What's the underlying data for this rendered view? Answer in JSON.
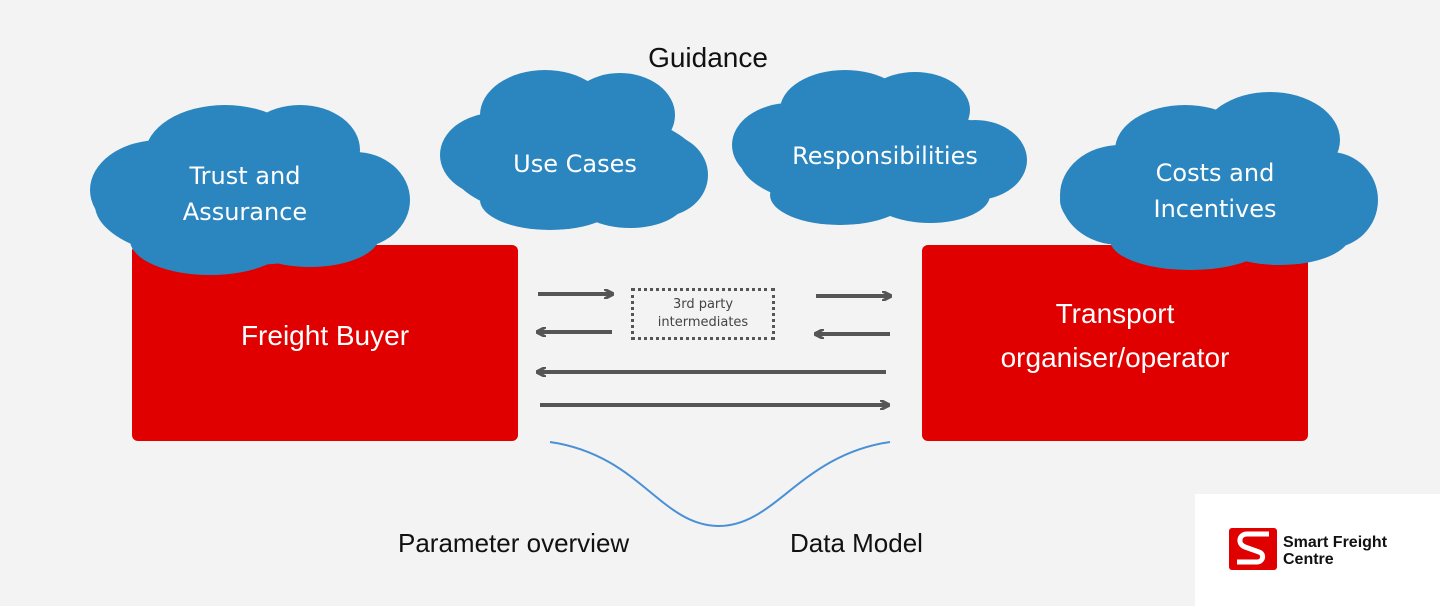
{
  "title": "Guidance",
  "clouds": [
    {
      "label_line1": "Trust and",
      "label_line2": "Assurance"
    },
    {
      "label_line1": "Use Cases",
      "label_line2": ""
    },
    {
      "label_line1": "Responsibilities",
      "label_line2": ""
    },
    {
      "label_line1": "Costs and",
      "label_line2": "Incentives"
    }
  ],
  "freight_buyer": {
    "label": "Freight Buyer"
  },
  "transport": {
    "line1": "Transport",
    "line2": "organiser/operator"
  },
  "intermediates": {
    "line1": "3rd party",
    "line2": "intermediates"
  },
  "bottom": {
    "left_label": "Parameter overview",
    "right_label": "Data Model"
  },
  "logo": {
    "line1": "Smart Freight",
    "line2": "Centre",
    "icon": "sfc-logo-icon"
  },
  "colors": {
    "cloud": "#2b86c0",
    "box": "#e10000",
    "arrow": "#555555",
    "curve": "#4a90d6"
  }
}
